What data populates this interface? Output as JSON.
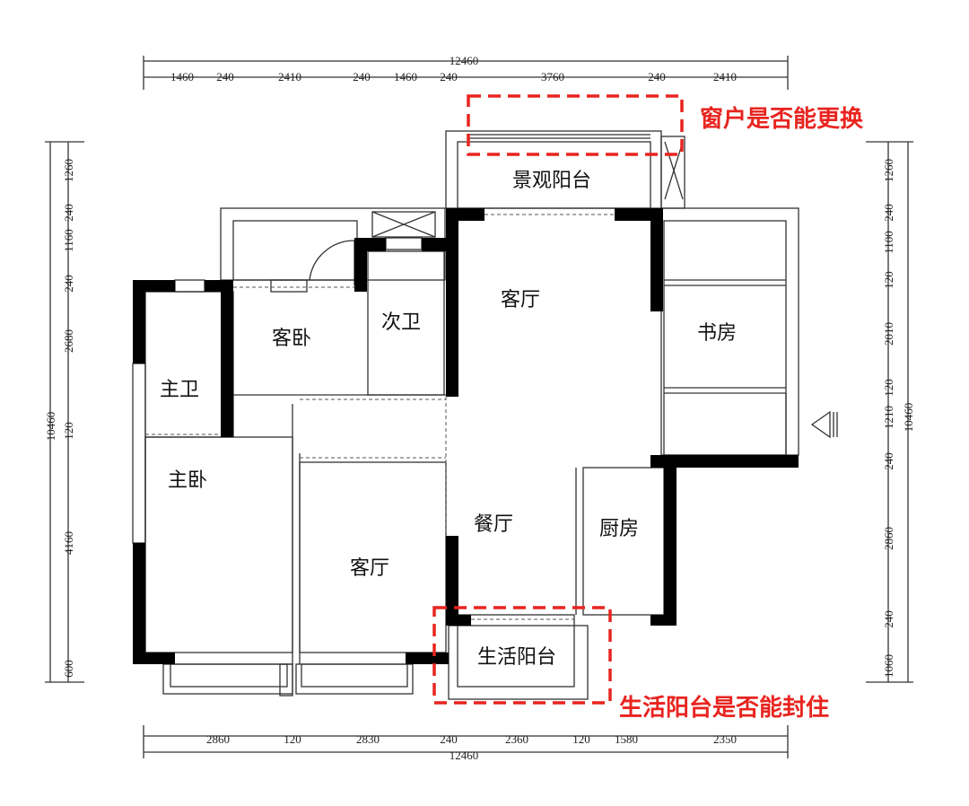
{
  "rooms": {
    "scenic_balcony": "景观阳台",
    "living_room_top": "客厅",
    "second_bath": "次卫",
    "guest_bedroom": "客卧",
    "study": "书房",
    "master_bath": "主卫",
    "master_bedroom": "主卧",
    "dining_room": "餐厅",
    "kitchen": "厨房",
    "living_room_bottom": "客厅",
    "utility_balcony": "生活阳台"
  },
  "annotations": {
    "window_question": "窗户是否能更换",
    "balcony_question": "生活阳台是否能封住",
    "color": "#e8241f"
  },
  "dimensions": {
    "top_total": "12460",
    "top": [
      "1460",
      "240",
      "2410",
      "240",
      "1460",
      "240",
      "3760",
      "240",
      "2410"
    ],
    "bottom_total": "12460",
    "bottom": [
      "2860",
      "120",
      "2830",
      "240",
      "2360",
      "120",
      "1580",
      "2350"
    ],
    "left_total": "10460",
    "left": [
      "1260",
      "240",
      "1160",
      "240",
      "2680",
      "120",
      "4160",
      "600"
    ],
    "right_total": "10460",
    "right": [
      "1260",
      "240",
      "1100",
      "120",
      "2010",
      "120",
      "1210",
      "240",
      "2860",
      "240",
      "1060"
    ]
  },
  "entrance_icon": "entrance-arrow-icon"
}
